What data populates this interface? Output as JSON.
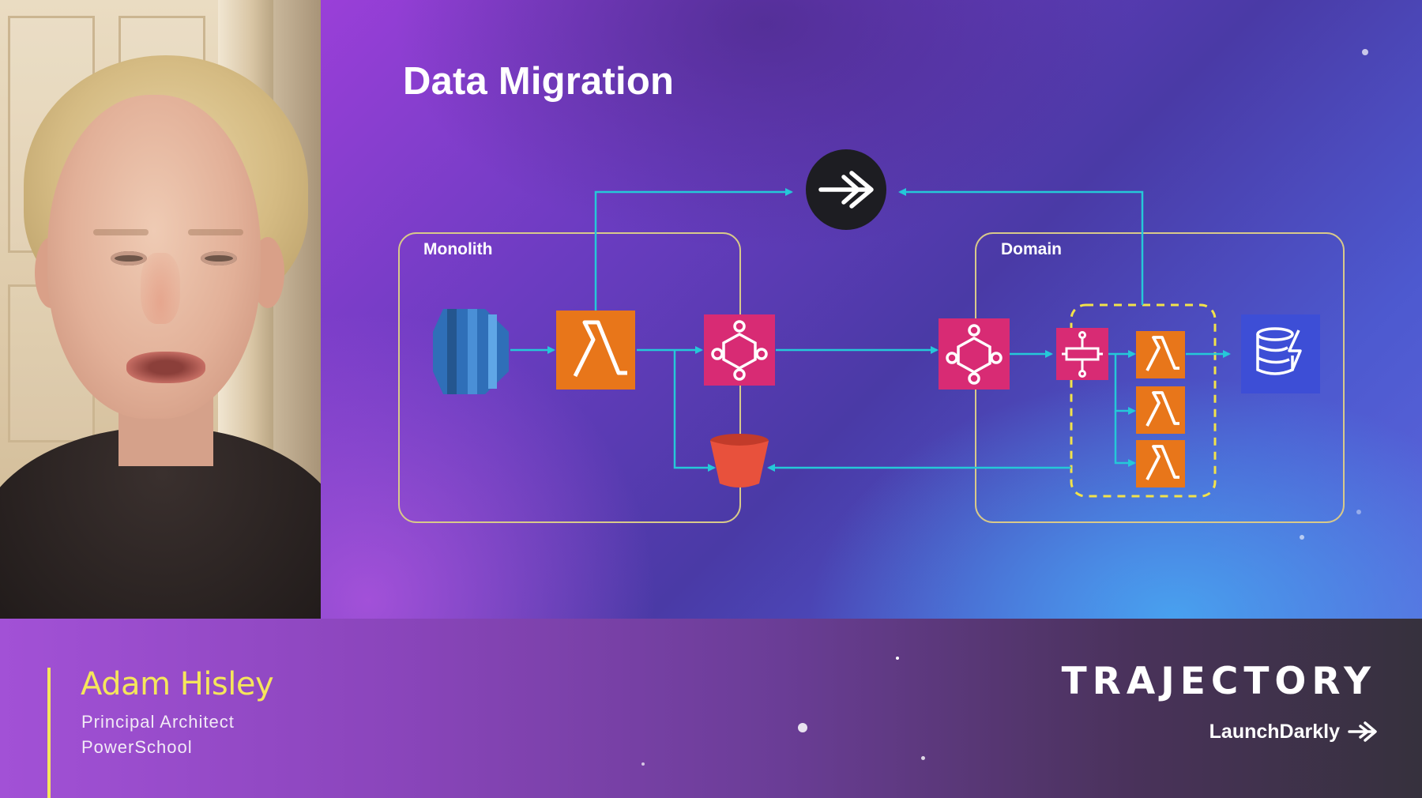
{
  "slide": {
    "title": "Data Migration",
    "groups": {
      "monolith_label": "Monolith",
      "domain_label": "Domain"
    },
    "icons": {
      "central": "launchdarkly-arrow-icon",
      "database": "rds-database-icon",
      "lambda": "lambda-icon",
      "eventbridge": "eventbridge-icon",
      "bucket": "s3-bucket-icon",
      "step_functions": "step-functions-icon",
      "dynamodb": "dynamodb-icon"
    },
    "colors": {
      "connector": "#25c8d8",
      "group_border": "#d8c98a",
      "lambda": "#e8761a",
      "eventbridge": "#d82b74",
      "bucket": "#e8513c",
      "dynamodb": "#3d4ed6",
      "database": "#2f6fb8",
      "dashed_group": "#f2e24a"
    }
  },
  "speaker": {
    "name": "Adam Hisley",
    "role": "Principal Architect",
    "company": "PowerSchool"
  },
  "branding": {
    "event": "TRAJECTORY",
    "sponsor": "LaunchDarkly",
    "accent": "#f5e65b"
  }
}
